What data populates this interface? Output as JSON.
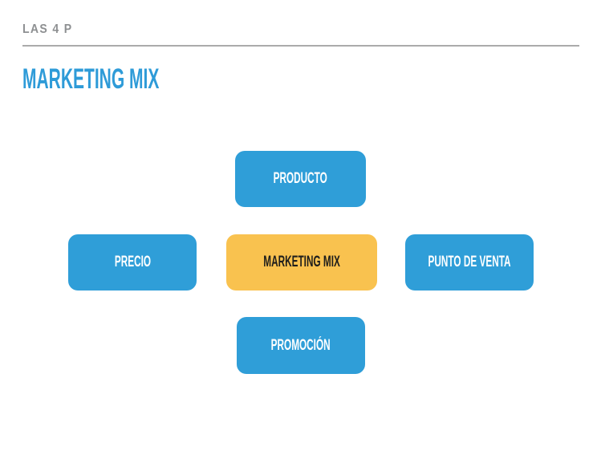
{
  "slide": {
    "kicker": "LAS 4 P",
    "title": "MARKETING MIX"
  },
  "diagram": {
    "nodes": [
      {
        "id": "producto",
        "label": "PRODUCTO",
        "position": "top",
        "variant": "blue"
      },
      {
        "id": "precio",
        "label": "PRECIO",
        "position": "left",
        "variant": "blue"
      },
      {
        "id": "marketing-mix",
        "label": "MARKETING MIX",
        "position": "center",
        "variant": "yellow"
      },
      {
        "id": "punto-de-venta",
        "label": "PUNTO DE VENTA",
        "position": "right",
        "variant": "blue"
      },
      {
        "id": "promocion",
        "label": "PROMOCIÓN",
        "position": "bottom",
        "variant": "blue"
      }
    ]
  },
  "colors": {
    "accent_blue": "#2f9ed8",
    "accent_yellow": "#f9c24f",
    "title_blue": "#2e9bd8",
    "kicker_gray": "#8e9092",
    "rule_gray": "#ababab",
    "node_text_light": "#ffffff",
    "node_text_dark": "#1e1e1c",
    "background": "#ffffff"
  }
}
